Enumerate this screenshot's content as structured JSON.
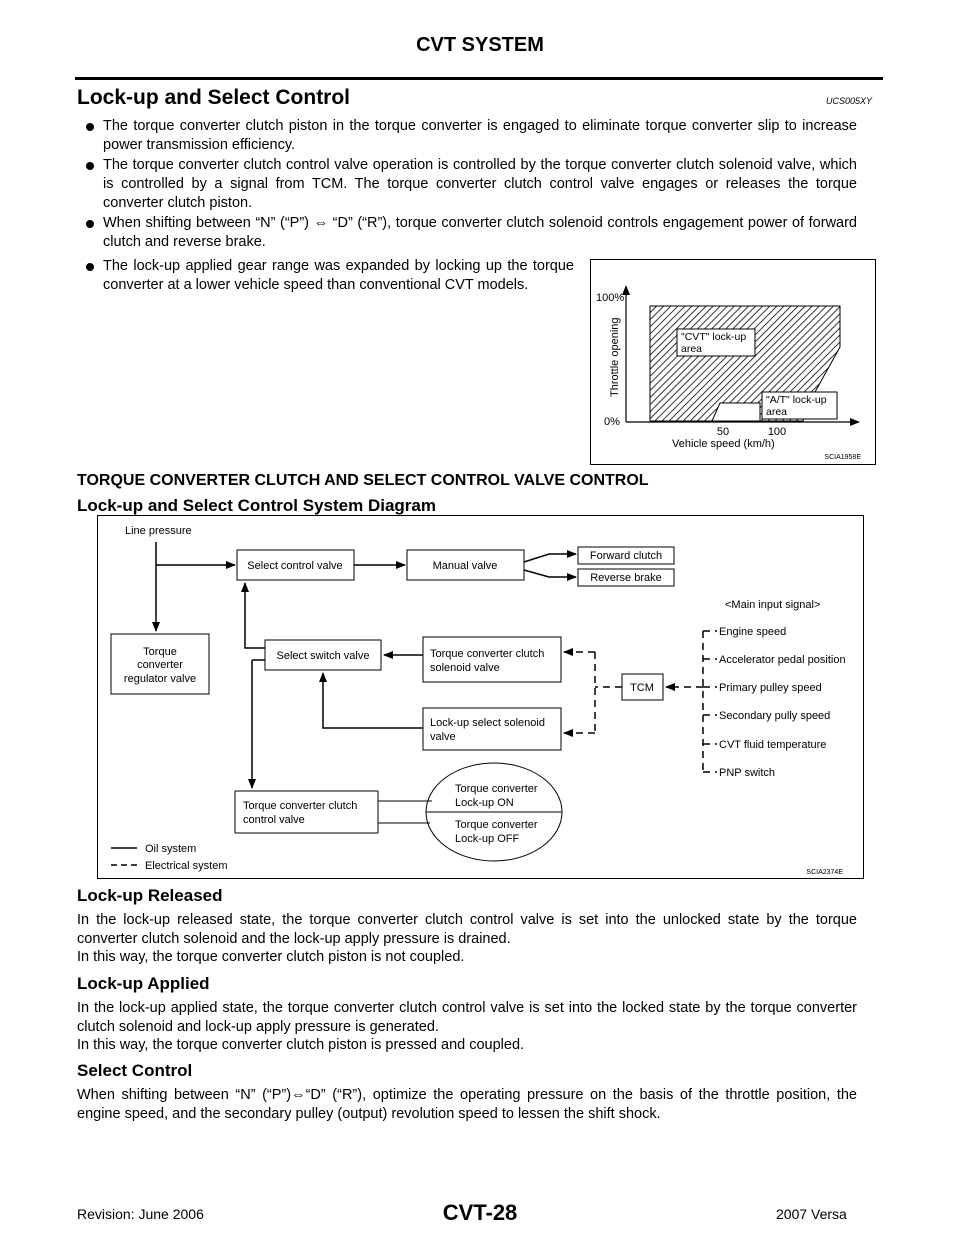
{
  "header": {
    "title": "CVT SYSTEM"
  },
  "section": {
    "title": "Lock-up and Select Control",
    "code": "UCS005XY",
    "bullets": [
      "The torque converter clutch piston in the torque converter is engaged to eliminate torque converter slip to increase power transmission efficiency.",
      "The torque converter clutch control valve operation is controlled by the torque converter clutch solenoid valve, which is controlled by a signal from TCM. The torque converter clutch control valve engages or releases the torque converter clutch piston.",
      "When shifting between “N” (“P”) ⇔ “D” (“R”), torque converter clutch solenoid controls engagement power of forward clutch and reverse brake.",
      "The lock-up applied gear range was expanded by locking up the torque converter at a lower vehicle speed than conventional CVT models."
    ]
  },
  "lockup_chart": {
    "y_top": "100%",
    "y_bottom": "0%",
    "y_label": "Throttle opening",
    "x_tick_50": "50",
    "x_tick_100": "100",
    "x_label": "Vehicle speed (km/h)",
    "cvt_area_line1": "\"CVT\" lock-up",
    "cvt_area_line2": "area",
    "at_area_line1": "\"A/T\" lock-up",
    "at_area_line2": "area",
    "code": "SCIA1958E"
  },
  "subsection_title": "TORQUE CONVERTER CLUTCH AND SELECT CONTROL VALVE CONTROL",
  "diagram": {
    "title": "Lock-up and Select Control System Diagram",
    "line_pressure": "Line pressure",
    "select_control_valve": "Select control valve",
    "manual_valve": "Manual valve",
    "forward_clutch": "Forward clutch",
    "reverse_brake": "Reverse brake",
    "main_input_signal": "<Main input signal>",
    "tc_regulator_1": "Torque",
    "tc_regulator_2": "converter",
    "tc_regulator_3": "regulator valve",
    "select_switch_valve": "Select switch valve",
    "tcc_solenoid_1": "Torque converter clutch",
    "tcc_solenoid_2": "solenoid valve",
    "tcm": "TCM",
    "lockup_select_solenoid_1": "Lock-up select solenoid",
    "lockup_select_solenoid_2": "valve",
    "tcc_control_valve_1": "Torque converter clutch",
    "tcc_control_valve_2": "control valve",
    "lockup_on_1": "Torque converter",
    "lockup_on_2": "Lock-up ON",
    "lockup_off_1": "Torque converter",
    "lockup_off_2": "Lock-up OFF",
    "inputs": [
      "Engine speed",
      "Accelerator pedal position",
      "Primary pulley speed",
      "Secondary pully speed",
      "CVT fluid temperature",
      "PNP switch"
    ],
    "legend_oil": "Oil system",
    "legend_elec": "Electrical system",
    "code": "SCIA2374E"
  },
  "released": {
    "title": "Lock-up Released",
    "line1": "In the lock-up released state, the torque converter clutch control valve is set into the unlocked state by the torque converter clutch solenoid and the lock-up apply pressure is drained.",
    "line2": "In this way, the torque converter clutch piston is not coupled."
  },
  "applied": {
    "title": "Lock-up Applied",
    "line1": "In the lock-up applied state, the torque converter clutch control valve is set into the locked state by the torque converter clutch solenoid and lock-up apply pressure is generated.",
    "line2": "In this way, the torque converter clutch piston is pressed and coupled."
  },
  "select": {
    "title": "Select Control",
    "text": "When shifting between “N” (“P”)⇔“D” (“R”), optimize the operating pressure on the basis of the throttle position, the engine speed, and the secondary pulley (output) revolution speed to lessen the shift shock."
  },
  "footer": {
    "revision": "Revision: June 2006",
    "page": "CVT-28",
    "model": "2007 Versa"
  }
}
